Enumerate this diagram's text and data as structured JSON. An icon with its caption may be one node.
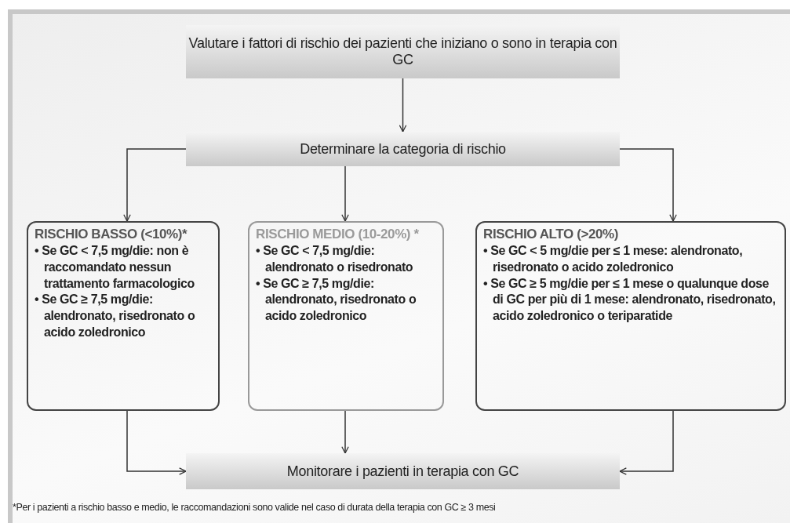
{
  "diagram": {
    "nodes": [
      {
        "text": [
          "Valutare i fattori di rischio dei pazienti che iniziano o sono in terapia con GC"
        ]
      },
      {
        "text": [
          "Determinare la categoria di rischio"
        ]
      },
      {
        "text": [
          "RISCHIO BASSO (<10%)*",
          "• Se GC < 7,5 mg/die: non è raccomandato nessun trattamento farmacologico",
          "• Se GC ≥ 7,5 mg/die: alendronato, risedronato o acido zoledronico"
        ]
      },
      {
        "text": [
          "RISCHIO MEDIO (10-20%) *",
          "• Se GC < 7,5 mg/die: alendronato o risedronato",
          "• Se GC ≥ 7,5 mg/die: alendronato, risedronato o acido zoledronico"
        ]
      },
      {
        "text": [
          "RISCHIO ALTO (>20%)",
          "• Se GC < 5 mg/die per ≤ 1 mese: alendronato, risedronato o acido zoledronico",
          "• Se GC ≥ 5 mg/die per ≤ 1 mese o qualunque dose di GC per più di 1 mese: alendronato, risedronato, acido zoledronico o teriparatide"
        ]
      },
      {
        "text": [
          "Monitorare i pazienti in terapia con GC"
        ]
      }
    ],
    "edges": [
      {
        "from": 0,
        "to": 1,
        "arrow": "to"
      },
      {
        "from": 1,
        "to": 2,
        "arrow": "to"
      },
      {
        "from": 1,
        "to": 3,
        "arrow": "to"
      },
      {
        "from": 1,
        "to": 4,
        "arrow": "to"
      },
      {
        "from": 2,
        "to": 5,
        "arrow": "to"
      },
      {
        "from": 3,
        "to": 5,
        "arrow": "to"
      },
      {
        "from": 4,
        "to": 5,
        "arrow": "to"
      }
    ],
    "labels": [
      "*Per i pazienti a rischio basso e medio, le raccomandazioni sono valide nel caso di durata della terapia con GC ≥ 3 mesi"
    ]
  }
}
